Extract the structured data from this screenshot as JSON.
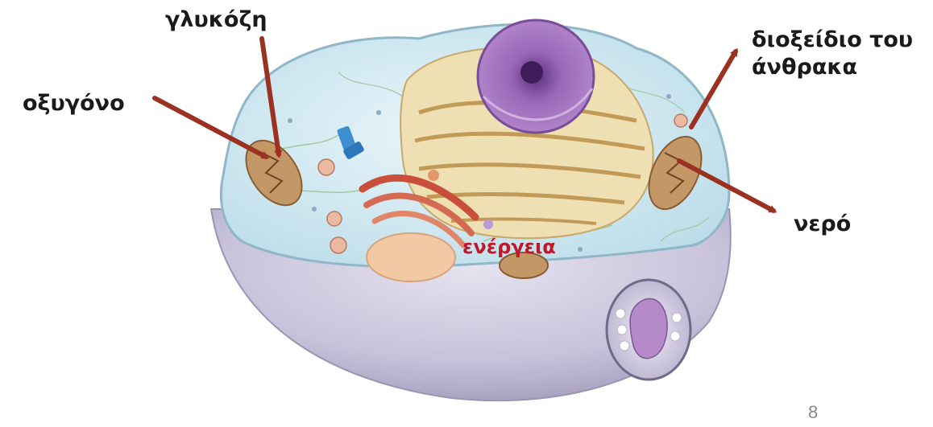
{
  "slide": {
    "labels": {
      "glucose": "γλυκόζη",
      "oxygen": "οξυγόνο",
      "carbon_dioxide_line1": "διοξείδιο του",
      "carbon_dioxide_line2": "άνθρακα",
      "water": "νερό",
      "energy": "ενέργεια"
    },
    "page_number": "8"
  },
  "colors": {
    "arrow": "#9b3120",
    "energy_text": "#c0182a",
    "label_text": "#1a1a1a",
    "cytoplasm": "#d6ecf3",
    "membrane_base": "#c9c4dc",
    "nucleus": "#8a4fa8",
    "endoplasmic_reticulum": "#e9d7a6",
    "golgi": "#c94f3c",
    "mitochondrion": "#b98a55"
  },
  "icons": [
    "animal-cell-illustration",
    "mitochondrion-icon",
    "nucleus-icon",
    "golgi-icon",
    "centrosome-icon"
  ]
}
